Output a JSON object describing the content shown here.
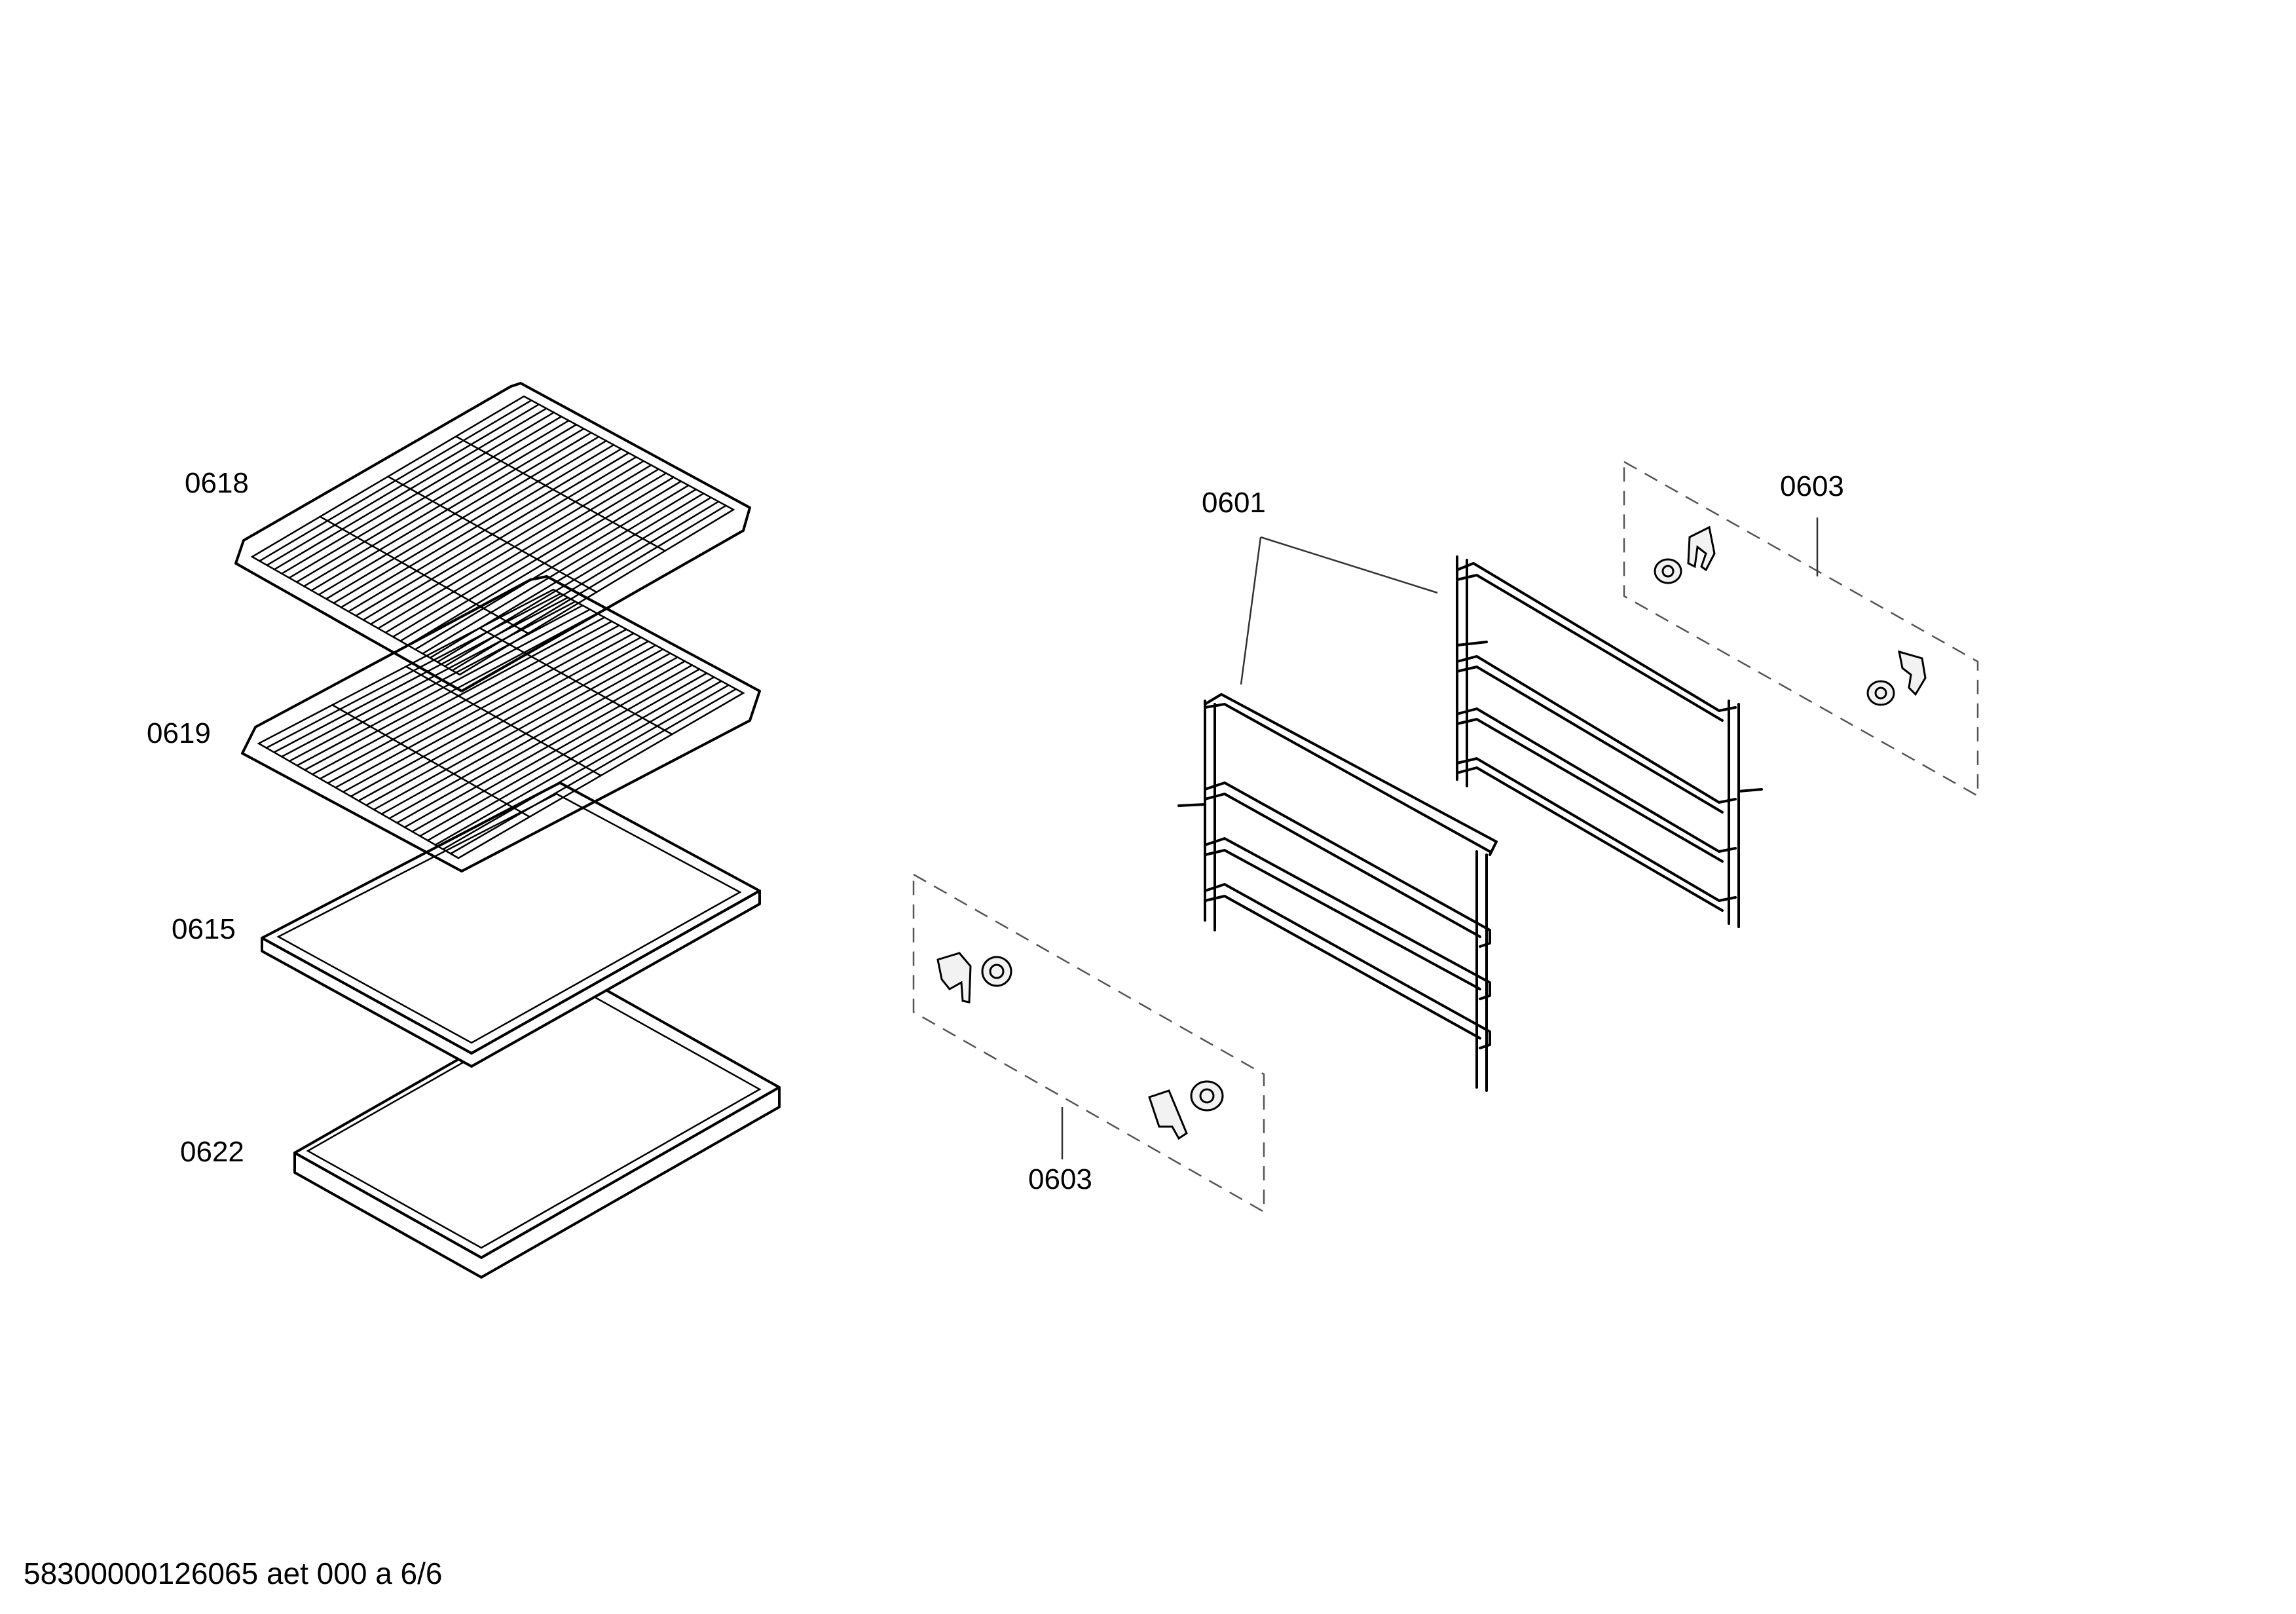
{
  "labels": {
    "grid_top": "0618",
    "grid_second": "0619",
    "tray_flat": "0615",
    "tray_deep": "0622",
    "rails": "0601",
    "clips_right": "0603",
    "clips_left": "0603"
  },
  "footer": "58300000126065 aet 000 a 6/6"
}
